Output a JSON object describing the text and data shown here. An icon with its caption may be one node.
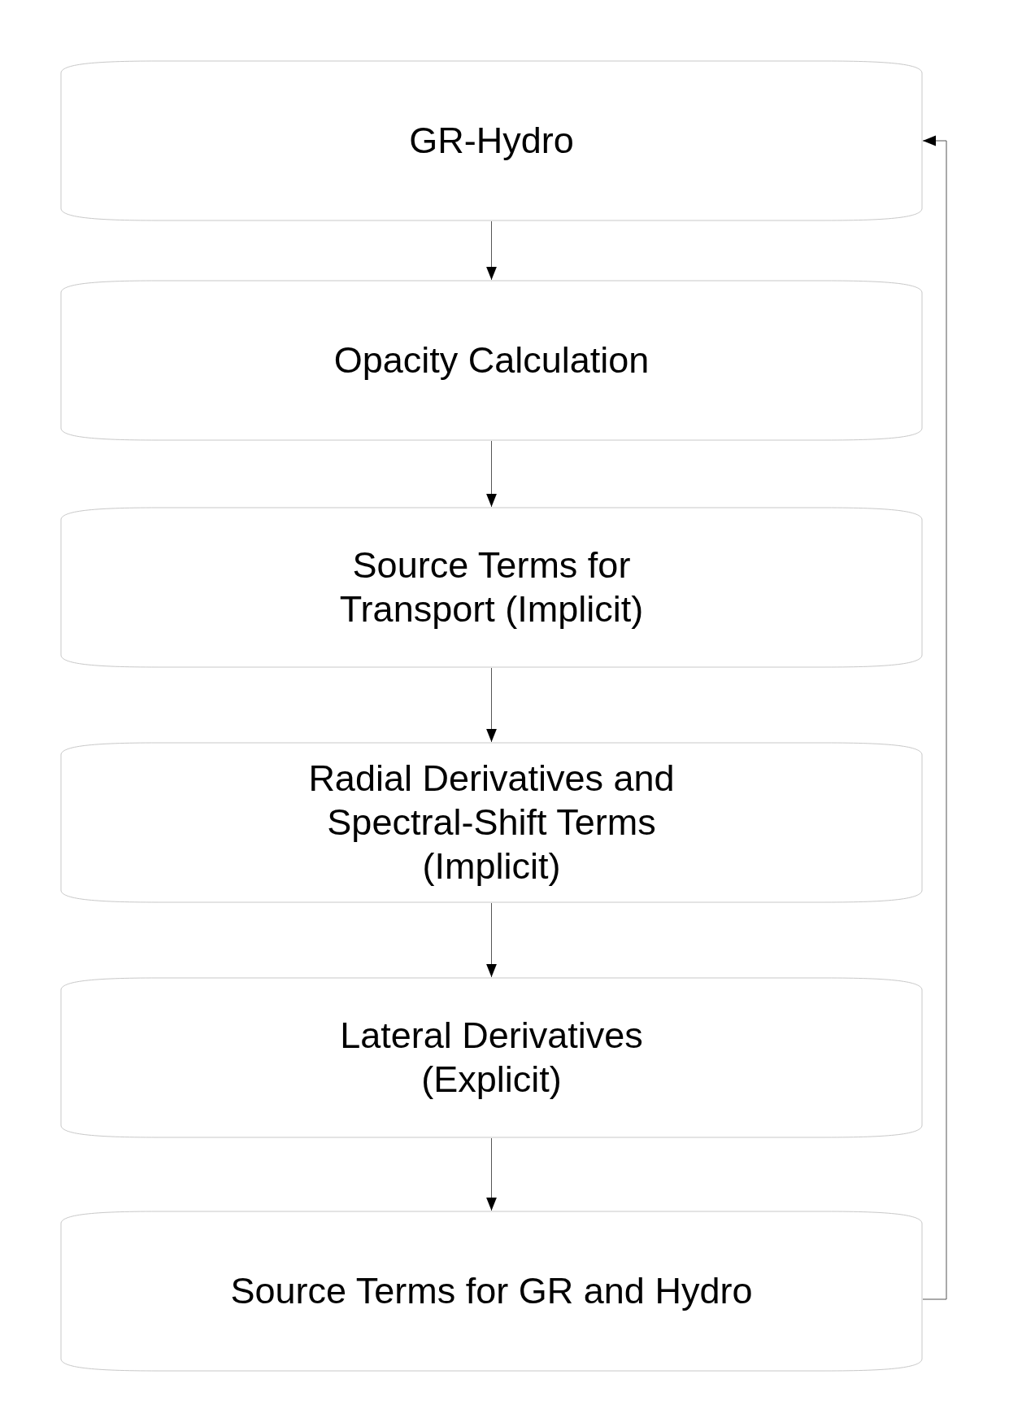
{
  "diagram": {
    "nodes": [
      {
        "text": [
          "GR-Hydro"
        ]
      },
      {
        "text": [
          "Opacity Calculation"
        ]
      },
      {
        "text": [
          "Source Terms for Transport (Implicit)"
        ]
      },
      {
        "text": [
          "Radial Derivatives and Spectral-Shift Terms (Implicit)"
        ]
      },
      {
        "text": [
          "Lateral Derivatives (Explicit)"
        ]
      },
      {
        "text": [
          "Source Terms for GR and Hydro"
        ]
      }
    ],
    "edges": [
      {
        "from": 0,
        "to": 1,
        "arrow": "to"
      },
      {
        "from": 1,
        "to": 2,
        "arrow": "to"
      },
      {
        "from": 2,
        "to": 3,
        "arrow": "to"
      },
      {
        "from": 3,
        "to": 4,
        "arrow": "to"
      },
      {
        "from": 4,
        "to": 5,
        "arrow": "to"
      },
      {
        "from": 5,
        "to": 0,
        "arrow": "to"
      }
    ]
  }
}
